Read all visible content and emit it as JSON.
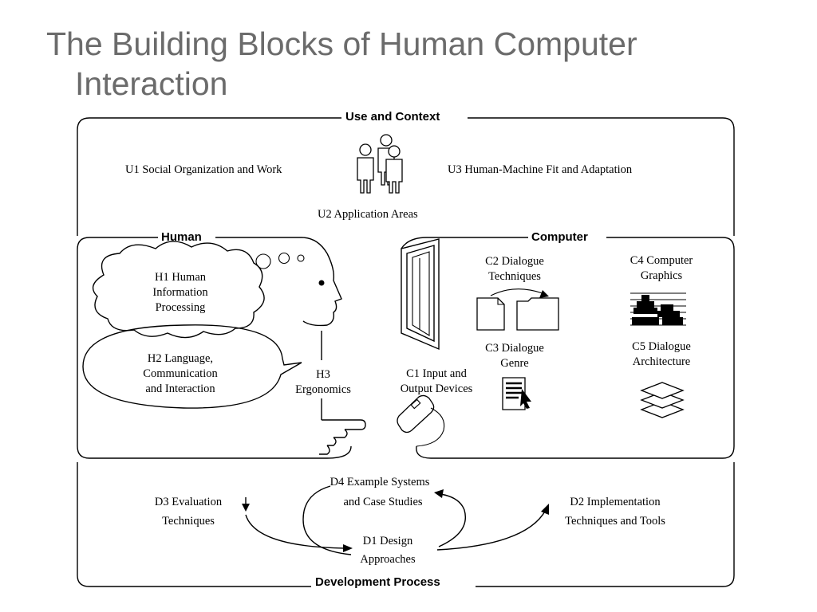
{
  "title": {
    "line1": "The Building Blocks of Human Computer",
    "line2": "Interaction"
  },
  "sections": {
    "context": "Use and Context",
    "human": "Human",
    "computer": "Computer",
    "development": "Development Process"
  },
  "blocks": {
    "u1": "U1 Social Organization and Work",
    "u2": "U2 Application Areas",
    "u3": "U3 Human-Machine Fit and Adaptation",
    "h1": [
      "H1 Human",
      "Information",
      "Processing"
    ],
    "h2": [
      "H2 Language,",
      "Communication",
      "and Interaction"
    ],
    "h3": [
      "H3",
      "Ergonomics"
    ],
    "c1": [
      "C1 Input and",
      "Output Devices"
    ],
    "c2": [
      "C2 Dialogue",
      "Techniques"
    ],
    "c3": [
      "C3 Dialogue",
      "Genre"
    ],
    "c4": [
      "C4 Computer",
      "Graphics"
    ],
    "c5": [
      "C5 Dialogue",
      "Architecture"
    ],
    "d1": [
      "D1 Design",
      "Approaches"
    ],
    "d2": [
      "D2 Implementation",
      "Techniques and Tools"
    ],
    "d3": [
      "D3 Evaluation",
      "Techniques"
    ],
    "d4": [
      "D4 Example Systems",
      "and Case Studies"
    ]
  },
  "icons": {
    "people": "people-group-icon",
    "head": "human-head-profile-icon",
    "hand": "pointing-hand-icon",
    "monitor": "monitor-side-view-icon",
    "documents": "document-and-folder-icon",
    "genre": "document-cursor-icon",
    "graphics": "graphics-pattern-icon",
    "architecture": "stacked-layers-icon",
    "mouse": "mouse-icon"
  }
}
